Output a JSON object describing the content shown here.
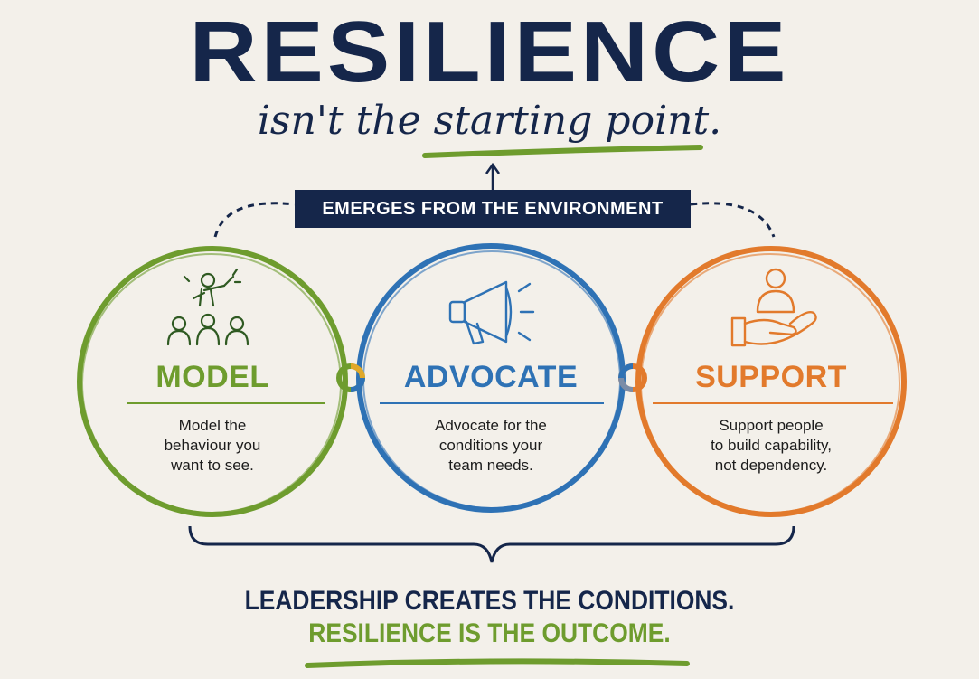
{
  "colors": {
    "navy": "#15264a",
    "green": "#6e9c2e",
    "blue": "#2e72b5",
    "orange": "#e27a2c",
    "background": "#f3f0ea"
  },
  "header": {
    "title": "RESILIENCE",
    "subtitle": "isn't the starting point."
  },
  "banner": {
    "label": "EMERGES FROM THE ENVIRONMENT"
  },
  "circles": [
    {
      "title": "MODEL",
      "description": [
        "Model the",
        "behaviour you",
        "want to see."
      ],
      "icon": "presenter-with-audience-icon",
      "color": "#6e9c2e"
    },
    {
      "title": "ADVOCATE",
      "description": [
        "Advocate for the",
        "conditions your",
        "team needs."
      ],
      "icon": "megaphone-icon",
      "color": "#2e72b5"
    },
    {
      "title": "SUPPORT",
      "description": [
        "Support people",
        "to build capability,",
        "not dependency."
      ],
      "icon": "person-in-hand-icon",
      "color": "#e27a2c"
    }
  ],
  "footer": {
    "line1": "LEADERSHIP CREATES THE CONDITIONS.",
    "line2": "RESILIENCE IS THE OUTCOME."
  }
}
